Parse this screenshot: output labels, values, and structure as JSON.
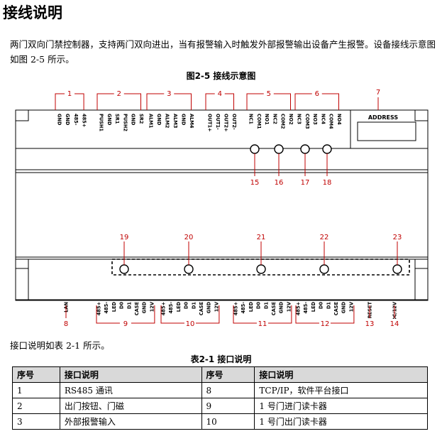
{
  "heading": "接线说明",
  "intro_text": "两门双向门禁控制器，支持两门双向进出，当有报警输入时触发外部报警输出设备产生报警。设备接线示意图如图 2-5 所示。",
  "figure_caption": "图2-5  接线示意图",
  "diagram": {
    "address_label": "ADDRESS",
    "top_groups": [
      {
        "id": "1",
        "pins": [
          "GND",
          "GND",
          "485-",
          "485+"
        ]
      },
      {
        "id": "2",
        "pins": [
          "PUSH1",
          "GND",
          "SR1",
          "PUSH2",
          "GND",
          "SR2"
        ]
      },
      {
        "id": "3",
        "pins": [
          "ALM1",
          "GND",
          "ALM2",
          "ALM3",
          "GND",
          "ALM4"
        ]
      },
      {
        "id": "4",
        "pins": [
          "OUT1+",
          "OUT1-",
          "OUT2+",
          "OUT2-"
        ]
      },
      {
        "id": "5",
        "pins": [
          "NC1",
          "COM1",
          "NO1",
          "NC2",
          "COM2",
          "NO2"
        ]
      },
      {
        "id": "6",
        "pins": [
          "NC3",
          "COM3",
          "NO3",
          "NC4",
          "COM4",
          "NO4"
        ]
      }
    ],
    "address_callout": "7",
    "led_callouts": [
      "15",
      "16",
      "17",
      "18"
    ],
    "bottom_leds": [
      "19",
      "20",
      "21",
      "22",
      "23"
    ],
    "bottom_groups": [
      {
        "id": "8",
        "pins": [
          "LAN"
        ]
      },
      {
        "id": "9",
        "pins": [
          "485+",
          "485-",
          "LED",
          "D0",
          "D1",
          "CASE",
          "GND",
          "12V"
        ]
      },
      {
        "id": "10",
        "pins": [
          "485+",
          "485-",
          "LED",
          "D0",
          "D1",
          "CASE",
          "GND",
          "12V"
        ]
      },
      {
        "id": "11",
        "pins": [
          "485+",
          "485-",
          "LED",
          "D0",
          "D1",
          "CASE",
          "GND",
          "12V"
        ]
      },
      {
        "id": "12",
        "pins": [
          "485+",
          "485-",
          "LED",
          "D0",
          "D1",
          "CASE",
          "GND",
          "12V"
        ]
      },
      {
        "id": "13",
        "pins": [
          "RESET"
        ]
      },
      {
        "id": "14",
        "pins": [
          "DC/12V"
        ]
      }
    ]
  },
  "table_intro": "接口说明如表 2-1 所示。",
  "table_caption": "表2-1  接口说明",
  "table": {
    "headers": [
      "序号",
      "接口说明",
      "序号",
      "接口说明"
    ],
    "rows": [
      [
        "1",
        "RS485 通讯",
        "8",
        "TCP/IP，软件平台接口"
      ],
      [
        "2",
        "出门按钮、门磁",
        "9",
        "1 号门进门读卡器"
      ],
      [
        "3",
        "外部报警输入",
        "10",
        "1 号门出门读卡器"
      ]
    ]
  },
  "colors": {
    "callout": "#c00000",
    "outline": "#000000",
    "header_bg": "#d9d9d9"
  }
}
